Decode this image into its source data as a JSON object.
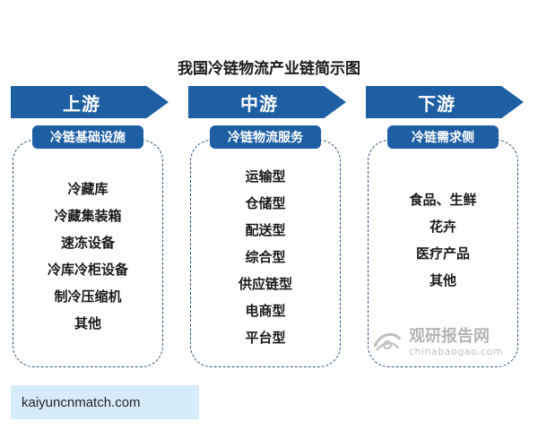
{
  "title": "我国冷链物流产业链简示图",
  "columns": [
    {
      "stage": "上游",
      "category": "冷链基础设施",
      "items": [
        "冷藏库",
        "冷藏集装箱",
        "速冻设备",
        "冷库冷柜设备",
        "制冷压缩机",
        "其他"
      ]
    },
    {
      "stage": "中游",
      "category": "冷链物流服务",
      "items": [
        "运输型",
        "仓储型",
        "配送型",
        "综合型",
        "供应链型",
        "电商型",
        "平台型"
      ]
    },
    {
      "stage": "下游",
      "category": "冷链需求侧",
      "items": [
        "食品、生鲜",
        "花卉",
        "医疗产品",
        "其他"
      ]
    }
  ],
  "watermark": {
    "name": "观研报告网",
    "url": "chinabaogao.com"
  },
  "footer_tag": "kaiyuncnmatch.com",
  "colors": {
    "accent": "#1e5fa3",
    "border": "#2c4f78",
    "tag_bg": "#d7ecfb"
  }
}
